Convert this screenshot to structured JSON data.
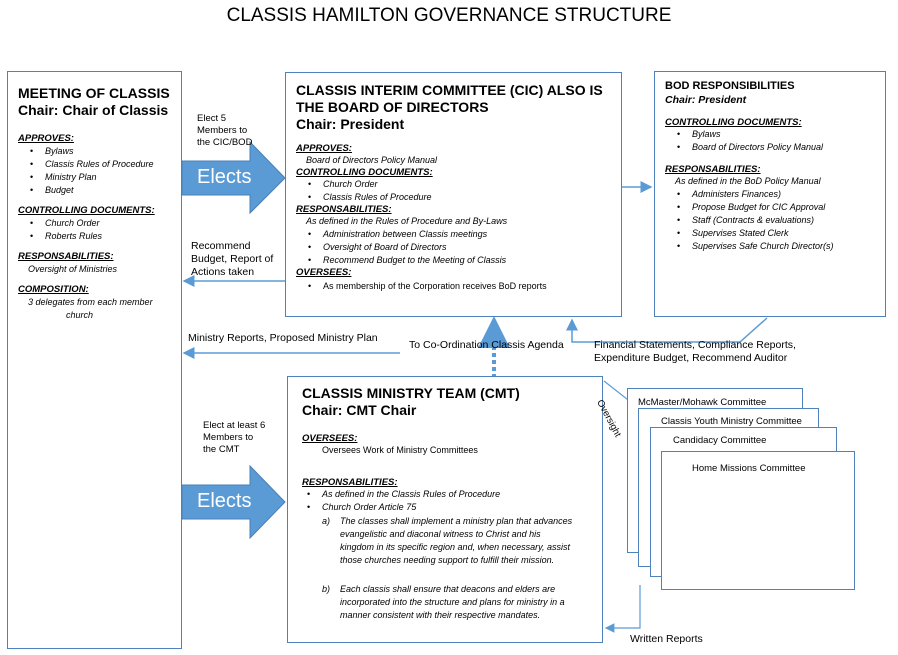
{
  "title": "CLASSIS HAMILTON GOVERNANCE STRUCTURE",
  "colors": {
    "border": "#4f81bd",
    "arrow": "#5b9bd5"
  },
  "meeting": {
    "title": "MEETING OF CLASSIS",
    "chair": "Chair: Chair of Classis",
    "approves_h": "APPROVES:",
    "approves": [
      "Bylaws",
      "Classis Rules of Procedure",
      "Ministry Plan",
      "Budget"
    ],
    "controlling_h": "CONTROLLING DOCUMENTS:",
    "controlling": [
      "Church Order",
      "Roberts Rules"
    ],
    "resp_h": "RESPONSABILITIES:",
    "resp": "Oversight of Ministries",
    "comp_h": "COMPOSITION:",
    "comp_1": "3 delegates from each member",
    "comp_2": "church"
  },
  "cic": {
    "title_1": "CLASSIS INTERIM COMMITTEE (CIC) ALSO IS",
    "title_2": "THE BOARD OF DIRECTORS",
    "chair": "Chair: President",
    "approves_h": "APPROVES:",
    "approves": "Board of Directors Policy Manual",
    "controlling_h": "CONTROLLING DOCUMENTS:",
    "controlling": [
      "Church Order",
      "Classis Rules of Procedure"
    ],
    "resp_h": "RESPONSABILITIES:",
    "resp_intro": "As defined in the Rules of Procedure and By-Laws",
    "resp": [
      "Administration between Classis meetings",
      "Oversight of Board of Directors",
      "Recommend Budget to the Meeting of Classis"
    ],
    "oversees_h": "OVERSEES:",
    "oversees": [
      "As membership of the Corporation receives BoD reports"
    ]
  },
  "bod": {
    "title": "BOD RESPONSIBILITIES",
    "chair": "Chair: President",
    "controlling_h": "CONTROLLING DOCUMENTS:",
    "controlling": [
      "Bylaws",
      "Board of Directors Policy Manual"
    ],
    "resp_h": "RESPONSABILITIES:",
    "resp_intro": "As defined in the BoD Policy Manual",
    "resp": [
      "Administers Finances)",
      "Propose Budget for CIC Approval",
      "Staff (Contracts & evaluations)",
      "Supervises Stated Clerk",
      "Supervises Safe Church Director(s)"
    ]
  },
  "cmt": {
    "title": "CLASSIS MINISTRY TEAM (CMT)",
    "chair": "Chair: CMT Chair",
    "oversees_h": "OVERSEES:",
    "oversees": "Oversees Work of Ministry Committees",
    "resp_h": "RESPONSABILITIES:",
    "resp": [
      "As defined in the Classis Rules of Procedure",
      "Church Order Article 75"
    ],
    "item_a_label": "a)",
    "item_a": [
      "The classes shall implement a ministry plan that advances",
      "evangelistic and diaconal witness to Christ and his",
      "kingdom in its specific region and, when necessary, assist",
      "those churches needing support to fulfill their mission."
    ],
    "item_b_label": "b)",
    "item_b": [
      "Each classis shall ensure that deacons and elders are",
      "incorporated into the structure and plans for ministry in a",
      "manner consistent with their respective mandates."
    ]
  },
  "committees": [
    "McMaster/Mohawk Committee",
    "Classis Youth Ministry Committee",
    "Candidacy Committee",
    "Home Missions Committee"
  ],
  "labels": {
    "elect5": [
      "Elect 5",
      "Members to",
      "the CIC/BOD"
    ],
    "elects_top": "Elects",
    "recommend": [
      "Recommend",
      "Budget, Report of",
      "Actions taken"
    ],
    "ministry_reports": "Ministry Reports, Proposed Ministry Plan",
    "coordination": "To Co-Ordination Classis Agenda",
    "financial": [
      "Financial Statements, Compliance Reports,",
      "Expenditure Budget, Recommend Auditor"
    ],
    "elect6": [
      "Elect at least 6",
      "Members to",
      "the CMT"
    ],
    "elects_bottom": "Elects",
    "oversight": "Oversight",
    "written_reports": "Written Reports"
  }
}
